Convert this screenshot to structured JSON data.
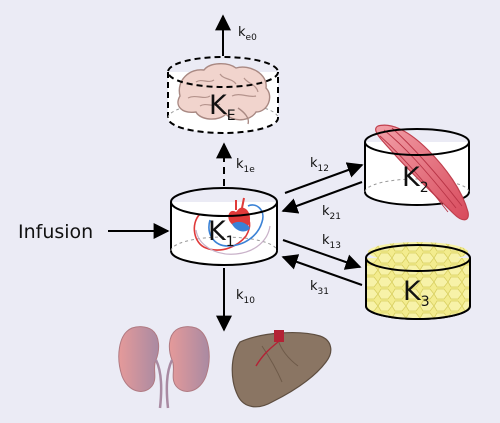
{
  "compartments": {
    "central": {
      "letter": "K",
      "sub": "1"
    },
    "effect": {
      "letter": "K",
      "sub": "E"
    },
    "muscle": {
      "letter": "K",
      "sub": "2"
    },
    "fat": {
      "letter": "K",
      "sub": "3"
    }
  },
  "rates": {
    "ke0": {
      "k": "k",
      "sub": "e0"
    },
    "k1e": {
      "k": "k",
      "sub": "1e"
    },
    "k12": {
      "k": "k",
      "sub": "12"
    },
    "k21": {
      "k": "k",
      "sub": "21"
    },
    "k13": {
      "k": "k",
      "sub": "13"
    },
    "k31": {
      "k": "k",
      "sub": "31"
    },
    "k10": {
      "k": "k",
      "sub": "10"
    }
  },
  "infusion_label": "Infusion",
  "icons": [
    "brain-icon",
    "heart-icon",
    "muscle-icon",
    "fat-cells-icon",
    "kidneys-icon",
    "liver-icon"
  ],
  "colors": {
    "background": "#ebebf5",
    "muscle": "#e06070",
    "fat": "#f3ec8e",
    "kidney": "#d98a8a",
    "liver": "#8a7563",
    "vessel_red": "#e03a3a",
    "vessel_blue": "#3b82d6"
  }
}
